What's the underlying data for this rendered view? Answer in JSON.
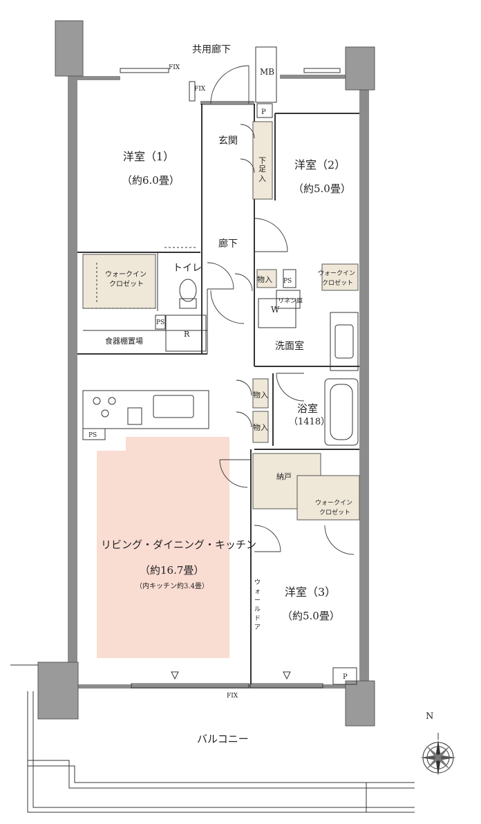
{
  "plan": {
    "corridor": "共用廊下",
    "mb": "MB",
    "p_top": "P",
    "p_bottom": "P",
    "fix_top1": "FIX",
    "fix_top2": "FIX",
    "fix_bottom": "FIX",
    "entrance": "玄関",
    "shoe_box": [
      "下",
      "足",
      "入"
    ],
    "hallway": "廊下",
    "toilet": "トイレ",
    "r_mark": "R",
    "ps1": "PS",
    "ps2": "PS",
    "ps3": "PS",
    "storage1": "物入",
    "storage2": "物入",
    "storage3": "物入",
    "linen": "リネン庫",
    "washer": "W",
    "dish_shelf": "食器棚置場",
    "washroom": "洗面室",
    "bath_name": "浴室",
    "bath_size": "（1418）",
    "closet_room": "納戸",
    "room1": {
      "name": "洋室（1）",
      "size": "（約6.0畳）"
    },
    "room2": {
      "name": "洋室（2）",
      "size": "（約5.0畳）"
    },
    "room3": {
      "name": "洋室（3）",
      "size": "（約5.0畳）"
    },
    "wic1": [
      "ウォークイン",
      "クロゼット"
    ],
    "wic2": [
      "ウォークイン",
      "クロゼット"
    ],
    "wic3": [
      "ウォークイン",
      "クロゼット"
    ],
    "ldk": {
      "name": "リビング・ダイニング・キッチン",
      "size": "（約16.7畳）",
      "note": "（内キッチン約3.4畳）"
    },
    "wall_door": [
      "ウ",
      "ォ",
      "ー",
      "ル",
      "ド",
      "ア"
    ],
    "balcony": "バルコニー",
    "compass_n": "N"
  },
  "colors": {
    "ldk_highlight": "#f9dcd2",
    "closet": "#efe8d8",
    "wall": "#8c8c8c"
  }
}
